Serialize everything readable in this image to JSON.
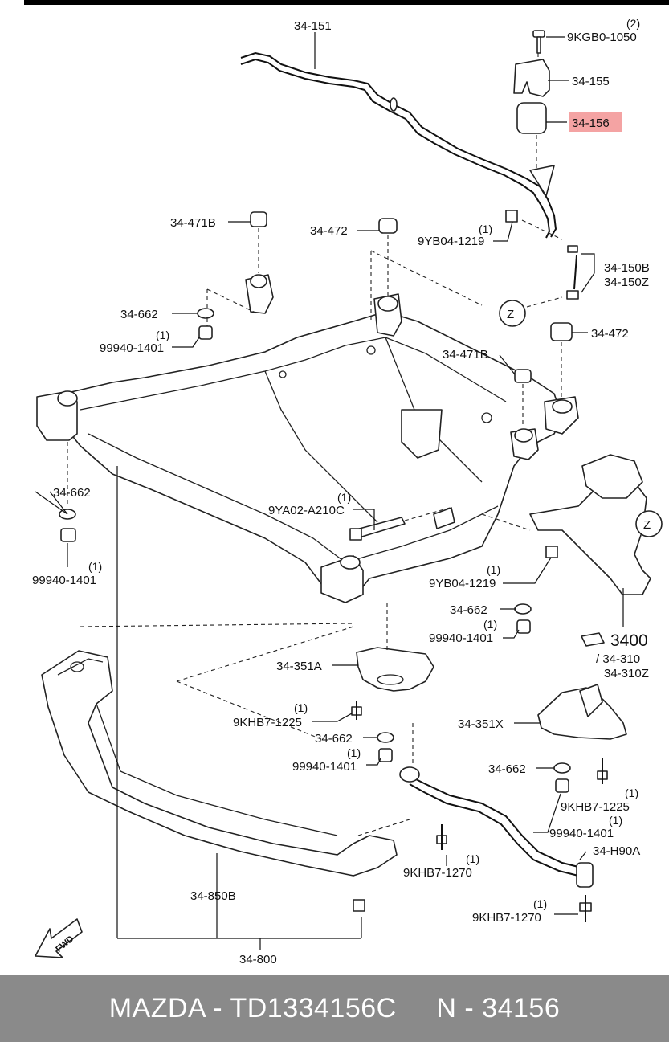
{
  "diagram": {
    "labels": {
      "l_34_151": "34-151",
      "l_9kgb0_qty": "(2)",
      "l_9kgb0": "9KGB0-1050",
      "l_34_155": "34-155",
      "l_34_156": "34-156",
      "l_34_471b_top": "34-471B",
      "l_34_472_top": "34-472",
      "l_9yb04_top_qty": "(1)",
      "l_9yb04_top": "9YB04-1219",
      "l_34_150b": "34-150B",
      "l_34_150z": "34-150Z",
      "l_34_662_a": "34-662",
      "l_99940_a_qty": "(1)",
      "l_99940_a": "99940-1401",
      "l_z1": "Z",
      "l_34_472_right": "34-472",
      "l_34_471b_mid": "34-471B",
      "l_34_662_left": "34-662",
      "l_99940_left_qty": "(1)",
      "l_99940_left": "99940-1401",
      "l_9ya02_qty": "(1)",
      "l_9ya02": "9YA02-A210C",
      "l_z2": "Z",
      "l_9yb04_mid_qty": "(1)",
      "l_9yb04_mid": "9YB04-1219",
      "l_34_662_mid": "34-662",
      "l_99940_mid_qty": "(1)",
      "l_99940_mid": "99940-1401",
      "l_3400": "3400",
      "l_34_310": "/ 34-310",
      "l_34_310z": "34-310Z",
      "l_34_351a": "34-351A",
      "l_9khb7_1225a_qty": "(1)",
      "l_9khb7_1225a": "9KHB7-1225",
      "l_34_662_c": "34-662",
      "l_99940_c_qty": "(1)",
      "l_99940_c": "99940-1401",
      "l_34_351x": "34-351X",
      "l_34_662_r": "34-662",
      "l_9khb7_1225b_qty": "(1)",
      "l_9khb7_1225b": "9KHB7-1225",
      "l_99940_r": "99940-1401",
      "l_99940_r_qty": "(1)",
      "l_34_h90a": "34-H90A",
      "l_9khb7_1270a_qty": "(1)",
      "l_9khb7_1270a": "9KHB7-1270",
      "l_9khb7_1270b_qty": "(1)",
      "l_9khb7_1270b": "9KHB7-1270",
      "l_34_850b": "34-850B",
      "l_34_800": "34-800",
      "l_fwd": "FWD"
    },
    "highlight_color": "#f4a3a3",
    "highlighted_part": "34-156"
  },
  "footer": {
    "text": "MAZDA - TD1334156C     N - 34156",
    "background": "#8a8a8a"
  }
}
